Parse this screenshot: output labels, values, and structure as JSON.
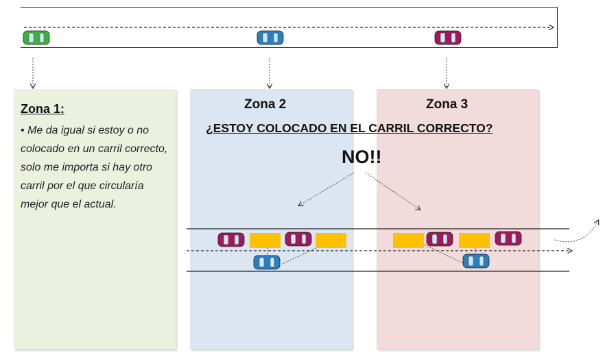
{
  "zones": {
    "zone1": {
      "title": "Zona 1:",
      "bullet": "•",
      "text": "Me da igual si estoy o no colocado en un carril correcto, solo me importa si hay otro carril por el que circularía mejor que el actual."
    },
    "zone2": {
      "title": "Zona 2"
    },
    "zone3": {
      "title": "Zona 3"
    }
  },
  "question": "¿ESTOY COLOCADO EN EL CARRIL CORRECTO?",
  "answer": "NO!!",
  "colors": {
    "zone1_bg": "#ebf1de",
    "zone2_bg": "#dce6f2",
    "zone3_bg": "#f2dcdb",
    "car_green": "#3cb043",
    "car_blue": "#2a7fbf",
    "car_magenta": "#a0195a",
    "slot_orange": "#ffc000"
  },
  "icons": {
    "car_top": "car-icon",
    "arrow": "arrow-icon"
  }
}
